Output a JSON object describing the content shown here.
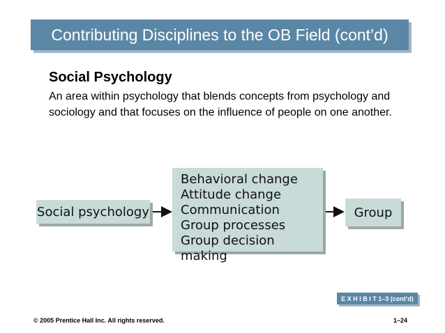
{
  "title": "Contributing Disciplines to the OB Field (cont’d)",
  "section": {
    "heading": "Social Psychology",
    "body": "An area within psychology that blends concepts from psychology and sociology and that focuses on the influence of people on one another."
  },
  "diagram": {
    "source": "Social psychology",
    "outcomes": [
      "Behavioral change",
      "Attitude change",
      "Communication",
      "Group processes",
      "Group decision making"
    ],
    "target": "Group"
  },
  "exhibit_label": "E X H I B I T  1–3 (cont’d)",
  "footer": {
    "copyright": "© 2005 Prentice Hall Inc. All rights reserved.",
    "page": "1–24"
  }
}
